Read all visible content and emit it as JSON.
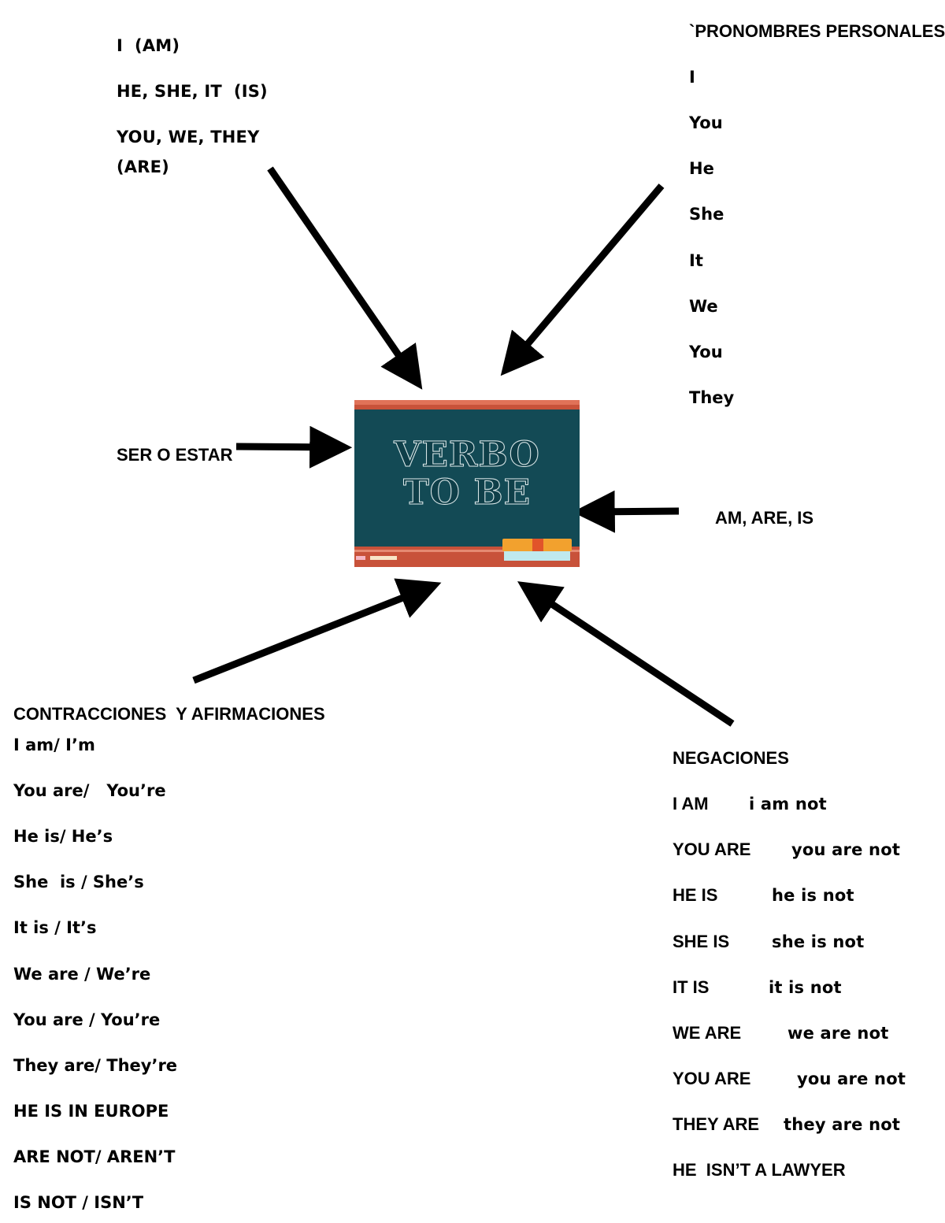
{
  "colors": {
    "board_frame": "#c8523a",
    "board_surface": "#134a55",
    "board_text": "#dce9ea",
    "eraser_orange": "#f2a12e",
    "eraser_red": "#e1542a",
    "eraser_cyan": "#bfe9ee",
    "chalk_pink": "#f6b6c4",
    "chalk_cream": "#f8e6c8",
    "arrow": "#000000"
  },
  "conjugation": {
    "lines": [
      "I  (AM)",
      "HE, SHE, IT  (IS)",
      "YOU, WE, THEY",
      "(ARE)"
    ]
  },
  "pronouns": {
    "title": "`PRONOMBRES PERSONALES",
    "items": [
      "I",
      "You",
      "He",
      "She",
      "It",
      "We",
      "You",
      "They"
    ]
  },
  "meaning": {
    "label": "SER O ESTAR"
  },
  "forms": {
    "label": "AM, ARE, IS"
  },
  "board": {
    "line1": "VERBO",
    "line2": "TO  BE"
  },
  "contractions": {
    "title": "CONTRACCIONES  Y AFIRMACIONES",
    "items": [
      "I am/ I’m",
      "You are/   You’re",
      "He is/ He’s",
      "She  is / She’s",
      "It is / It’s",
      "We are / We’re",
      "You are / You’re",
      "They are/ They’re",
      "HE IS IN EUROPE",
      "ARE NOT/ AREN’T",
      "IS NOT / ISN’T"
    ]
  },
  "negations": {
    "title": "NEGACIONES",
    "rows": [
      {
        "affirmative": "I AM",
        "negative": "i am not"
      },
      {
        "affirmative": "YOU ARE",
        "negative": "you are not"
      },
      {
        "affirmative": "HE IS",
        "negative": "he is not"
      },
      {
        "affirmative": "SHE IS",
        "negative": "she is not"
      },
      {
        "affirmative": "IT IS",
        "negative": "it is not"
      },
      {
        "affirmative": "WE ARE",
        "negative": "we are not"
      },
      {
        "affirmative": "YOU ARE",
        "negative": "you are not"
      },
      {
        "affirmative": "THEY ARE",
        "negative": "they are not"
      }
    ],
    "example": "HE  ISN’T A LAWYER"
  }
}
